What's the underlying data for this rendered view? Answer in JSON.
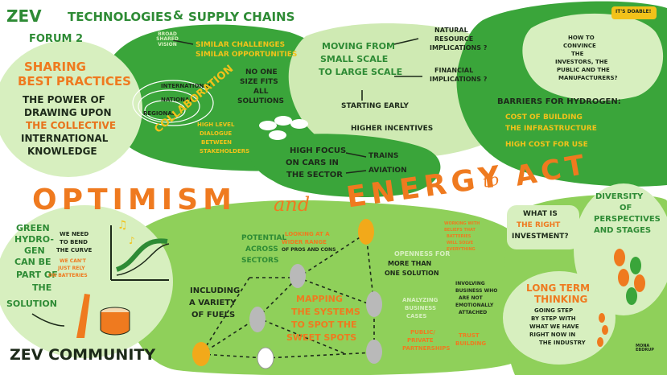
{
  "header": {
    "title_line1": "ZEV",
    "title_line2": "TECHNOLOGIES",
    "title_amp": "&",
    "title_line3": "SUPPLY CHAINS",
    "forum": "FORUM 2"
  },
  "footer": {
    "community": "ZEV COMMUNITY",
    "artist": "MONA EBDRUP"
  },
  "sharing": {
    "title1": "SHARING",
    "title2": "BEST PRACTICES",
    "line1": "the POWER of",
    "line2": "DRAWING UPON",
    "line3": "the COLLECTIVE",
    "line4": "INTERNATIONAL",
    "line5": "KNOWLEDGE"
  },
  "collab": {
    "broad": "BROAD SHARED VISION",
    "similar1": "SIMILAR CHALLENGES",
    "similar2": "SIMILAR OPPORTUNITIES",
    "international": "INTERNATIONAL",
    "national": "NATIONAL",
    "regional": "REGIONAL",
    "collaboration": "COLLABORATION",
    "noone1": "NO ONE",
    "noone2": "SIZE FITS",
    "noone3": "ALL",
    "noone4": "SOLUTIONS",
    "dialogue1": "HIGH LEVEL",
    "dialogue2": "DIALOGUE",
    "dialogue3": "BETWEEN",
    "dialogue4": "STAKEHOLDERS"
  },
  "moving": {
    "l1": "MOVING from",
    "l2": "SMALL SCALE",
    "l3": "to LARGE SCALE",
    "natural1": "NATURAL",
    "natural2": "RESOURCE",
    "natural3": "IMPLICATIONS ?",
    "financial1": "FINANCIAL",
    "financial2": "IMPLICATIONS ?",
    "early": "STARTING EARLY",
    "incentives": "HIGHER INCENTIVES"
  },
  "focus": {
    "l1": "HIGH FOCUS",
    "l2": "on CARS in",
    "l3": "the SECTOR",
    "trains": "TRAINS",
    "aviation": "AVIATION"
  },
  "hydrogen": {
    "doable": "IT'S DOABLE!",
    "q1": "HOW to",
    "q2": "CONVINCE",
    "q3": "the",
    "q4": "INVESTORS, the",
    "q5": "PUBLIC and the",
    "q6": "MANUFACTURERS?",
    "barriers": "BARRIERS for HYDROGEN:",
    "cost1": "COST of BUILDING",
    "cost2": "the INFRASTRUCTURE",
    "cost3": "HIGH COST for USE"
  },
  "banner": {
    "word1": "OPTIMISM",
    "and": "and",
    "word2": "ENERGY",
    "to": "to",
    "word3": "ACT"
  },
  "green": {
    "l1": "GREEN",
    "l2": "HYDRO-",
    "l3": "GEN",
    "l4": "CAN BE",
    "l5": "PART of",
    "l6": "the",
    "l7": "SOLUTION",
    "bend1": "WE NEED",
    "bend2": "TO BEND",
    "bend3": "THE CURVE",
    "rely1": "WE CAN'T",
    "rely2": "JUST RELY",
    "rely3": "ON BATTERIES"
  },
  "network": {
    "potential1": "POTENTIAL",
    "potential2": "ACROSS",
    "potential3": "SECTORS",
    "looking1": "LOOKING at a",
    "looking2": "WIDER RANGE",
    "looking3": "of PROS and CONS",
    "openness1": "OPENNESS for",
    "openness2": "MORE THAN",
    "openness3": "ONE SOLUTION",
    "working1": "WORKING with",
    "working2": "BELIEFS that",
    "working3": "BATTERIES",
    "working4": "WILL SOLVE",
    "working5": "EVERYTHING",
    "including1": "INCLUDING",
    "including2": "a VARIETY",
    "including3": "of FUELS",
    "mapping1": "MAPPING",
    "mapping2": "the SYSTEMS",
    "mapping3": "to SPOT the",
    "mapping4": "SWEET SPOTS",
    "analyzing1": "ANALYZING",
    "analyzing2": "BUSINESS",
    "analyzing3": "CASES",
    "involving1": "INVOLVING",
    "involving2": "BUSINESS who",
    "involving3": "are NOT",
    "involving4": "EMOTIONALLY",
    "involving5": "ATTACHED",
    "public1": "PUBLIC/",
    "public2": "PRIVATE",
    "public3": "PARTNERSHIPS",
    "trust1": "TRUST",
    "trust2": "BUILDING"
  },
  "right": {
    "invest1": "WHAT is",
    "invest2": "the RIGHT",
    "invest3": "INVESTMENT?",
    "div1": "DIVERSITY",
    "div2": "of",
    "div3": "PERSPECTIVES",
    "div4": "and STAGES",
    "long1": "LONG TERM",
    "long2": "THINKING",
    "step1": "GOING STEP",
    "step2": "BY STEP with",
    "step3": "WHAT WE HAVE",
    "step4": "RIGHT NOW in",
    "step5": "the INDUSTRY"
  },
  "colors": {
    "dark_green": "#2e8b35",
    "light_green": "#c9e8a9",
    "mid_green": "#8fd05a",
    "orange": "#ef7a1f",
    "yellow": "#f2c21a",
    "dark_text": "#1d2a1a"
  }
}
